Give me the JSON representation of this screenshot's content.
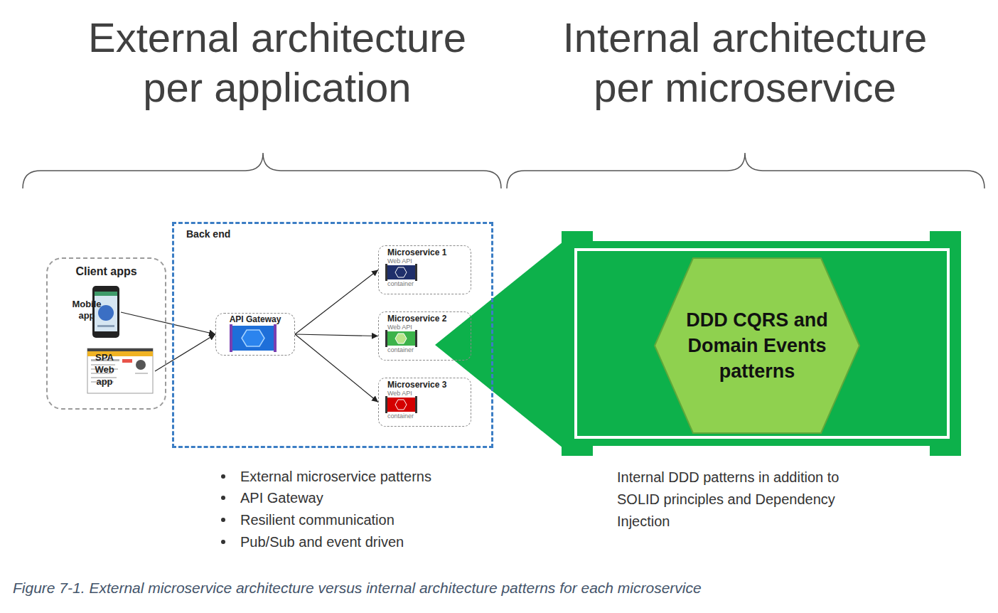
{
  "diagram": {
    "caption": "Figure 7-1. External microservice architecture versus internal architecture patterns for each microservice",
    "nodes": [
      {
        "text": [
          "Client apps"
        ]
      },
      {
        "text": [
          "Mobile app"
        ],
        "in": 0
      },
      {
        "text": [
          "SPA Web app"
        ],
        "in": 0
      },
      {
        "text": [
          "Back end"
        ]
      },
      {
        "text": [
          "API Gateway"
        ],
        "in": 3
      },
      {
        "text": [
          "Microservice 1",
          "Web API",
          "container"
        ],
        "in": 3
      },
      {
        "text": [
          "Microservice 2",
          "Web API",
          "container"
        ],
        "in": 3
      },
      {
        "text": [
          "Microservice 3",
          "Web API",
          "container"
        ],
        "in": 3
      },
      {
        "text": [
          "DDD CQRS and Domain Events patterns"
        ]
      }
    ],
    "edges": [
      {
        "from": 1,
        "to": 4,
        "arrow": "to"
      },
      {
        "from": 2,
        "to": 4,
        "arrow": "to"
      },
      {
        "from": 4,
        "to": 5,
        "arrow": "to"
      },
      {
        "from": 4,
        "to": 6,
        "arrow": "to"
      },
      {
        "from": 4,
        "to": 7,
        "arrow": "to"
      }
    ],
    "labels": [
      "External architecture per application",
      "Internal architecture per microservice",
      "External microservice patterns",
      "API Gateway",
      "Resilient communication",
      "Pub/Sub and event driven",
      "Internal DDD patterns in addition to SOLID principles and Dependency Injection"
    ]
  }
}
